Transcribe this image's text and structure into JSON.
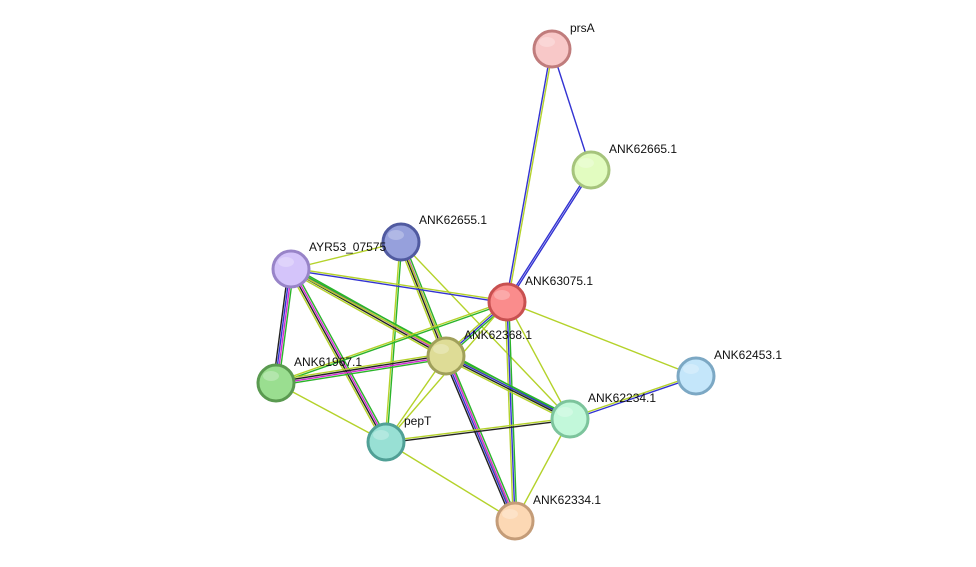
{
  "network": {
    "nodes": [
      {
        "id": "prsA",
        "label": "prsA",
        "fill": "#f8c8c8",
        "stroke": "#c07c7c"
      },
      {
        "id": "ANK62665.1",
        "label": "ANK62665.1",
        "fill": "#e2fcc0",
        "stroke": "#a6c47c"
      },
      {
        "id": "ANK62655.1",
        "label": "ANK62655.1",
        "fill": "#96a0dc",
        "stroke": "#505aa0"
      },
      {
        "id": "AYR53_07575",
        "label": "AYR53_07575",
        "fill": "#d4c4fa",
        "stroke": "#9884c8"
      },
      {
        "id": "ANK63075.1",
        "label": "ANK63075.1",
        "fill": "#fa8c8c",
        "stroke": "#c85050"
      },
      {
        "id": "ANK62368.1",
        "label": "ANK62368.1",
        "fill": "#dedc96",
        "stroke": "#a0a05a"
      },
      {
        "id": "ANK61967.1",
        "label": "ANK61967.1",
        "fill": "#9ade90",
        "stroke": "#5a9a50"
      },
      {
        "id": "ANK62453.1",
        "label": "ANK62453.1",
        "fill": "#c4e6fa",
        "stroke": "#7ca8c4"
      },
      {
        "id": "ANK62234.1",
        "label": "ANK62234.1",
        "fill": "#c2f8da",
        "stroke": "#7cc49c"
      },
      {
        "id": "pepT",
        "label": "pepT",
        "fill": "#98e0d4",
        "stroke": "#50a096"
      },
      {
        "id": "ANK62334.1",
        "label": "ANK62334.1",
        "fill": "#fcd8b4",
        "stroke": "#c49c78"
      }
    ],
    "edges": [
      {
        "source": "prsA",
        "target": "ANK63075.1",
        "colors": [
          "#b4d22a",
          "#3232d2"
        ]
      },
      {
        "source": "prsA",
        "target": "ANK62665.1",
        "colors": [
          "#3232d2"
        ]
      },
      {
        "source": "ANK62665.1",
        "target": "ANK63075.1",
        "colors": [
          "#3232d2",
          "#3232d2"
        ]
      },
      {
        "source": "ANK62655.1",
        "target": "ANK62368.1",
        "colors": [
          "#2ab42a",
          "#d22ad2",
          "#222222",
          "#b4d22a"
        ]
      },
      {
        "source": "ANK62655.1",
        "target": "pepT",
        "colors": [
          "#2ab42a",
          "#b4d22a"
        ]
      },
      {
        "source": "ANK62655.1",
        "target": "ANK62234.1",
        "colors": [
          "#b4d22a"
        ]
      },
      {
        "source": "ANK62655.1",
        "target": "ANK62334.1",
        "colors": [
          "#b4d22a"
        ]
      },
      {
        "source": "AYR53_07575",
        "target": "ANK63075.1",
        "colors": [
          "#b4d22a",
          "#3232d2"
        ]
      },
      {
        "source": "AYR53_07575",
        "target": "ANK62368.1",
        "colors": [
          "#2ab42a",
          "#d22ad2",
          "#222222",
          "#b4d22a"
        ]
      },
      {
        "source": "AYR53_07575",
        "target": "ANK61967.1",
        "colors": [
          "#2ab42a",
          "#d22ad2",
          "#3232d2",
          "#222222"
        ]
      },
      {
        "source": "AYR53_07575",
        "target": "pepT",
        "colors": [
          "#2ab42a",
          "#d22ad2",
          "#222222",
          "#b4d22a"
        ]
      },
      {
        "source": "AYR53_07575",
        "target": "ANK62234.1",
        "colors": [
          "#2ab42a",
          "#b4d22a"
        ]
      },
      {
        "source": "AYR53_07575",
        "target": "ANK62655.1",
        "colors": [
          "#b4d22a"
        ]
      },
      {
        "source": "ANK63075.1",
        "target": "ANK62368.1",
        "colors": [
          "#2ab42a",
          "#3232d2",
          "#b4d22a"
        ]
      },
      {
        "source": "ANK63075.1",
        "target": "ANK61967.1",
        "colors": [
          "#2ab42a",
          "#b4d22a"
        ]
      },
      {
        "source": "ANK63075.1",
        "target": "ANK62334.1",
        "colors": [
          "#2ab42a",
          "#3232d2",
          "#b4d22a"
        ]
      },
      {
        "source": "ANK63075.1",
        "target": "ANK62453.1",
        "colors": [
          "#b4d22a"
        ]
      },
      {
        "source": "ANK63075.1",
        "target": "pepT",
        "colors": [
          "#b4d22a"
        ]
      },
      {
        "source": "ANK63075.1",
        "target": "ANK62234.1",
        "colors": [
          "#b4d22a"
        ]
      },
      {
        "source": "ANK62368.1",
        "target": "ANK61967.1",
        "colors": [
          "#2ab42a",
          "#d22ad2",
          "#222222",
          "#b4d22a"
        ]
      },
      {
        "source": "ANK62368.1",
        "target": "ANK62234.1",
        "colors": [
          "#2ab42a",
          "#3232d2",
          "#222222",
          "#b4d22a"
        ]
      },
      {
        "source": "ANK62368.1",
        "target": "ANK62334.1",
        "colors": [
          "#2ab42a",
          "#d22ad2",
          "#3232d2",
          "#222222"
        ]
      },
      {
        "source": "ANK62368.1",
        "target": "pepT",
        "colors": [
          "#b4d22a"
        ]
      },
      {
        "source": "ANK61967.1",
        "target": "pepT",
        "colors": [
          "#b4d22a"
        ]
      },
      {
        "source": "pepT",
        "target": "ANK62234.1",
        "colors": [
          "#b4d22a",
          "#222222"
        ]
      },
      {
        "source": "pepT",
        "target": "ANK62334.1",
        "colors": [
          "#b4d22a"
        ]
      },
      {
        "source": "ANK62234.1",
        "target": "ANK62453.1",
        "colors": [
          "#b4d22a",
          "#3232d2"
        ]
      },
      {
        "source": "ANK62234.1",
        "target": "ANK62334.1",
        "colors": [
          "#b4d22a"
        ]
      }
    ]
  }
}
